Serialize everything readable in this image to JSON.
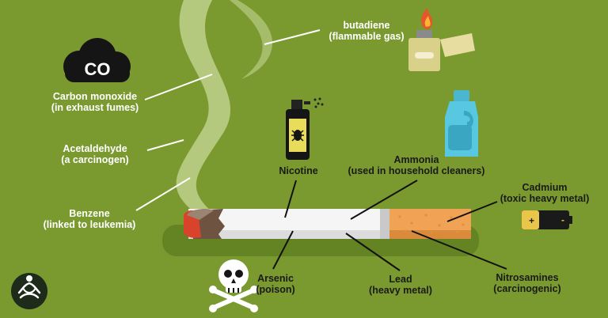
{
  "icon_text": {
    "co": "CO"
  },
  "labels": {
    "butadiene": {
      "name": "butadiene",
      "note": "(flammable gas)"
    },
    "carbon_monoxide": {
      "name": "Carbon monoxide",
      "note": "(in exhaust fumes)"
    },
    "acetaldehyde": {
      "name": "Acetaldehyde",
      "note": "(a carcinogen)"
    },
    "benzene": {
      "name": "Benzene",
      "note": "(linked to leukemia)"
    },
    "nicotine": {
      "name": "Nicotine"
    },
    "ammonia": {
      "name": "Ammonia",
      "note": "(used in household cleaners)"
    },
    "cadmium": {
      "name": "Cadmium",
      "note": "(toxic heavy metal)"
    },
    "arsenic": {
      "name": "Arsenic",
      "note": "(poison)"
    },
    "lead": {
      "name": "Lead",
      "note": "(heavy metal)"
    },
    "nitrosamines": {
      "name": "Nitrosamines",
      "note": "(carcinogenic)"
    }
  },
  "icons": [
    "co-cloud-icon",
    "lighter-icon",
    "bug-spray-icon",
    "cleaner-bottle-icon",
    "battery-icon",
    "skull-crossbones-icon",
    "meditation-logo-icon"
  ],
  "colors": {
    "background": "#7a9a2f",
    "smoke": "#c9d89a",
    "filter": "#f0a355",
    "ember": "#d9422b"
  }
}
